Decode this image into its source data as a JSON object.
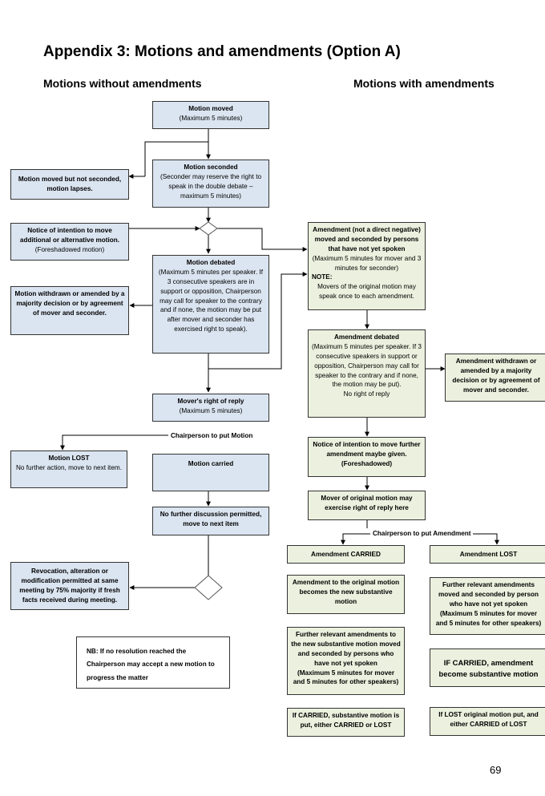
{
  "page": {
    "title": "Appendix 3: Motions and amendments (Option A)",
    "left_heading": "Motions without amendments",
    "right_heading": "Motions with amendments",
    "page_number": "69"
  },
  "left": {
    "motion_moved": {
      "title": "Motion moved",
      "detail": "(Maximum 5 minutes)"
    },
    "motion_seconded": {
      "title": "Motion seconded",
      "detail": "(Seconder may reserve the right to speak in the double debate – maximum 5 minutes)"
    },
    "not_seconded": {
      "text": "Motion moved but not seconded, motion lapses."
    },
    "notice_intention": {
      "title": "Notice of intention to move additional or alternative motion.",
      "detail": "(Foreshadowed motion)"
    },
    "motion_debated": {
      "title": "Motion debated",
      "detail": "(Maximum 5 minutes per speaker. If 3 consecutive speakers are in support or opposition, Chairperson may call for speaker to the contrary and if none, the motion may be put after mover and seconder has exercised right to speak)."
    },
    "withdrawn": {
      "text": "Motion withdrawn or amended by a majority decision or by agreement of mover and seconder."
    },
    "movers_reply": {
      "title": "Mover's right of reply",
      "detail": "(Maximum 5 minutes)"
    },
    "chair_put_motion": "Chairperson to put Motion",
    "motion_lost": {
      "title": "Motion LOST",
      "detail": "No further action, move to next item."
    },
    "motion_carried": {
      "title": "Motion carried"
    },
    "no_further": {
      "text": "No further discussion permitted, move to next item"
    },
    "revocation": {
      "text": "Revocation, alteration or modification permitted at same meeting by 75% majority if fresh facts received during meeting."
    },
    "nb_note": "NB: If no resolution reached the Chairperson may accept a new motion to progress the matter"
  },
  "right": {
    "amendment_moved": {
      "title": "Amendment (not a direct negative) moved and seconded by persons that have not yet spoken",
      "detail": "(Maximum 5 minutes for mover and 3 minutes for seconder)",
      "note_label": "NOTE:",
      "note": "Movers of the original motion may speak once to each amendment."
    },
    "amendment_debated": {
      "title": "Amendment debated",
      "detail": "(Maximum 5 minutes per speaker. If 3 consecutive speakers in support or opposition, Chairperson may call for speaker to the contrary and if none, the motion may be put).",
      "note": "No right of reply"
    },
    "amendment_withdrawn": {
      "text": "Amendment withdrawn or amended by a majority decision or by agreement of mover and seconder."
    },
    "notice_further": {
      "text": "Notice of intention to move further amendment maybe given. (Foreshadowed)"
    },
    "mover_original_reply": {
      "text": "Mover of original motion may exercise right of reply here"
    },
    "chair_put_amendment": "Chairperson to put Amendment",
    "amendment_carried": {
      "text": "Amendment CARRIED"
    },
    "amendment_lost": {
      "text": "Amendment LOST"
    },
    "becomes_substantive": {
      "text": "Amendment to the original motion becomes the new substantive motion"
    },
    "further_after_lost": {
      "title": "Further relevant amendments moved and seconded by person who have not yet spoken",
      "detail": "(Maximum 5 minutes for mover and 5 minutes for other speakers)"
    },
    "further_after_carried": {
      "title": "Further relevant amendments to the new substantive motion moved and seconded by persons who have not yet spoken",
      "detail": "(Maximum 5 minutes for mover and 5 minutes for other speakers)"
    },
    "if_carried_substantive": {
      "text": "IF CARRIED, amendment become substantive motion"
    },
    "substantive_put": {
      "text": "If CARRIED, substantive motion is put, either CARRIED or LOST"
    },
    "lost_original_put": {
      "text": "If LOST original motion put, and either CARRIED of LOST"
    }
  }
}
